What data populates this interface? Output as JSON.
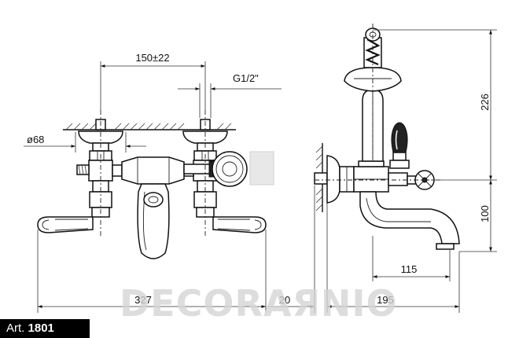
{
  "article": {
    "prefix": "Art.",
    "number": "1801"
  },
  "dimensions": {
    "centre_distance": "150±22",
    "thread": "G1/2\"",
    "diameter": "ø68",
    "total_width": "327",
    "wall_offset": "20",
    "depth": "195",
    "spout_reach": "115",
    "shower_height": "226",
    "spout_height": "100"
  },
  "watermark": {
    "text": "DECORAЯNIO"
  },
  "colors": {
    "line": "#111111",
    "label_bg": "#000000",
    "label_fg": "#ffffff",
    "watermark": "#d4d4d4"
  }
}
